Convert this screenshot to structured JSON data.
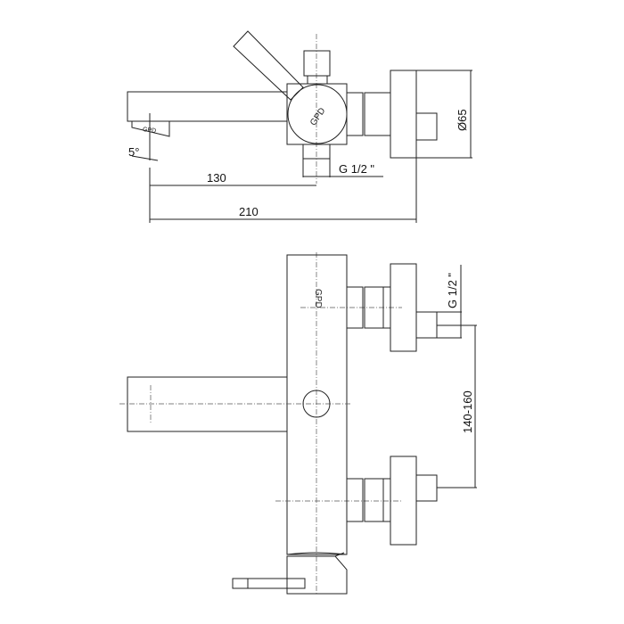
{
  "drawing": {
    "top_view": {
      "angle_label": "5°",
      "spout_logo": "GPD",
      "body_logo": "GPD",
      "dim_spout_reach": "130",
      "dim_total_depth": "210",
      "dim_flange_diameter": "Ø65",
      "thread_label": "G 1/2 \""
    },
    "front_view": {
      "body_logo": "GPD",
      "thread_label": "G 1/2 \"",
      "dim_centers": "140-160"
    }
  }
}
